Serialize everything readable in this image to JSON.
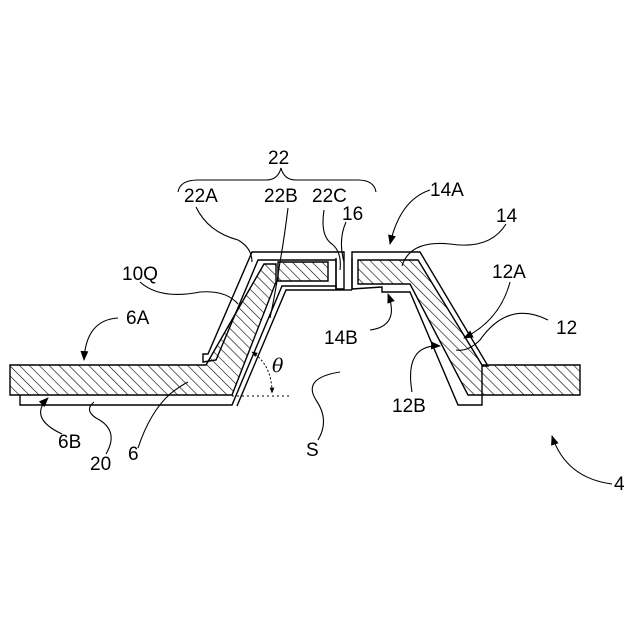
{
  "labels": {
    "group_22": "22",
    "part_22A": "22A",
    "part_22B": "22B",
    "part_22C": "22C",
    "slit_16": "16",
    "part_14A": "14A",
    "part_14": "14",
    "part_12A": "12A",
    "part_12": "12",
    "part_10Q": "10Q",
    "part_6A": "6A",
    "part_14B": "14B",
    "angle_theta": "θ",
    "space_S": "S",
    "part_12B": "12B",
    "part_6B": "6B",
    "part_20": "20",
    "part_6": "6",
    "assembly_4": "4"
  },
  "colors": {
    "ink": "#000000",
    "paper": "#ffffff"
  }
}
